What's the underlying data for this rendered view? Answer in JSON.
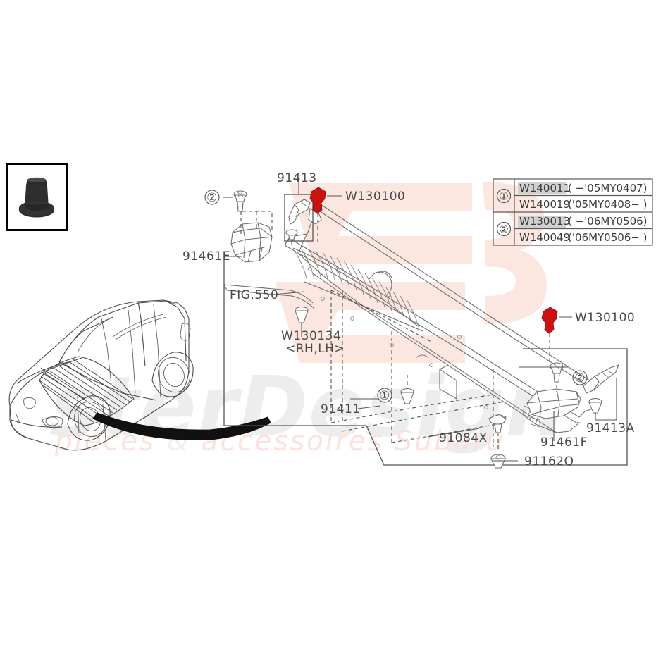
{
  "diagram": {
    "title": "Subaru cowl panel assembly exploded parts diagram",
    "vehicle_figure_note": "FIG.550"
  },
  "watermark": {
    "logo_text": "ED",
    "grey_text": "sterDesign",
    "pink_text_1": "pieces",
    "pink_amp": "&",
    "pink_text_2": "accessoires Subaru",
    "grey_color": "#ededed",
    "pink_color": "#fbe3dc"
  },
  "thumbnail": {
    "name": "clip-photo",
    "alt": "black plastic push clip / grommet"
  },
  "legend_table": {
    "rows": [
      {
        "marker": "①",
        "part": "W140011",
        "range": "( −'05MY0407)",
        "highlight": true,
        "rowspan_start": true
      },
      {
        "marker": "",
        "part": "W140019",
        "range": "('05MY0408− )",
        "highlight": false,
        "rowspan_start": false
      },
      {
        "marker": "②",
        "part": "W130013",
        "range": "( −'06MY0506)",
        "highlight": true,
        "rowspan_start": true
      },
      {
        "marker": "",
        "part": "W140049",
        "range": "('06MY0506− )",
        "highlight": false,
        "rowspan_start": false
      }
    ]
  },
  "callouts": {
    "marker_2_top": "②",
    "marker_1_mid": "①",
    "marker_2_right": "②",
    "part_91413": "91413",
    "part_91461E": "91461E",
    "part_W130100_left": "W130100",
    "part_W130100_right": "W130100",
    "fig_550": "FIG.550",
    "part_W130134": "W130134",
    "part_W130134_sub": "<RH,LH>",
    "part_91411": "91411",
    "part_91084X": "91084X",
    "part_91162Q": "91162Q",
    "part_91461F": "91461F",
    "part_91413A": "91413A"
  },
  "colors": {
    "highlight_part_red": "#cc1111",
    "line": "#555555",
    "part_outline": "#6b6b6b",
    "text": "#4a4a4a"
  }
}
